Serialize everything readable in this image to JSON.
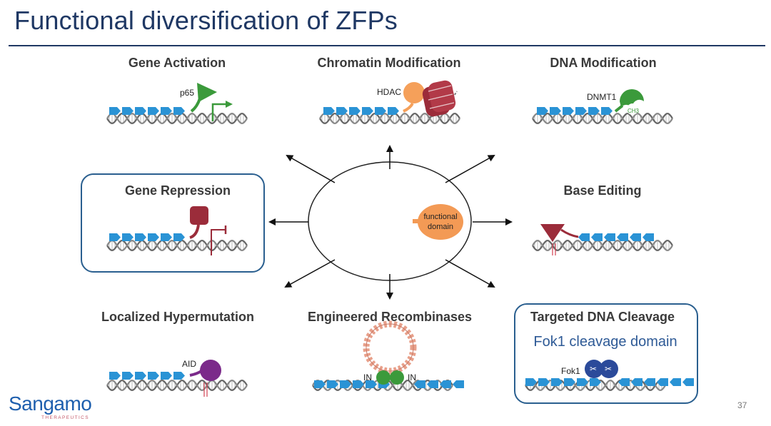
{
  "title": "Functional diversification of ZFPs",
  "page_number": "37",
  "logo": {
    "name": "Sangamo",
    "subtitle": "THERAPEUTICS"
  },
  "center": {
    "domain_line1": "functional",
    "domain_line2": "domain"
  },
  "panels": {
    "gene_activation": {
      "title": "Gene Activation",
      "effector": "p65"
    },
    "chromatin_modification": {
      "title": "Chromatin Modification",
      "effector": "HDAC"
    },
    "dna_modification": {
      "title": "DNA Modification",
      "effector": "DNMT1",
      "mark": "CH3"
    },
    "gene_repression": {
      "title": "Gene Repression"
    },
    "base_editing": {
      "title": "Base Editing"
    },
    "localized_hypermutation": {
      "title": "Localized Hypermutation",
      "effector": "AID"
    },
    "engineered_recombinases": {
      "title": "Engineered Recombinases",
      "left_label": "IN",
      "right_label": "IN"
    },
    "targeted_dna_cleavage": {
      "title": "Targeted DNA Cleavage",
      "subtitle": "Fok1 cleavage domain",
      "effector": "Fok1"
    }
  },
  "colors": {
    "title": "#1f3864",
    "zfp_blue": "#2a93d5",
    "activator_green": "#3b9a3b",
    "hdac_orange": "#f5a05a",
    "repressor_red": "#9b2c3a",
    "aid_purple": "#7b2a8a",
    "fok_navy": "#2b4a9a",
    "box_border": "#2a5f8f"
  }
}
